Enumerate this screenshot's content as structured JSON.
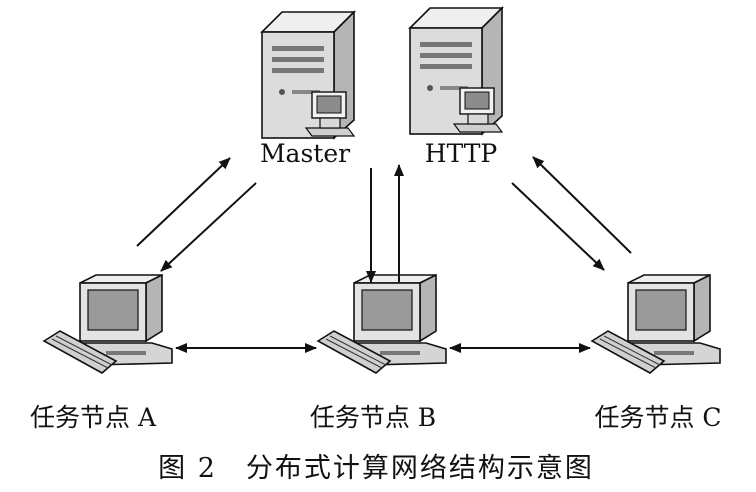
{
  "servers": [
    {
      "id": "master",
      "label": "Master"
    },
    {
      "id": "http",
      "label": "HTTP"
    }
  ],
  "nodes": [
    {
      "id": "a",
      "label": "任务节点 A"
    },
    {
      "id": "b",
      "label": "任务节点 B"
    },
    {
      "id": "c",
      "label": "任务节点 C"
    }
  ],
  "caption": "图 2　分布式计算网络结构示意图",
  "colors": {
    "stroke": "#111111",
    "tower": "#d9d9d9",
    "screen": "#9a9a9a"
  }
}
